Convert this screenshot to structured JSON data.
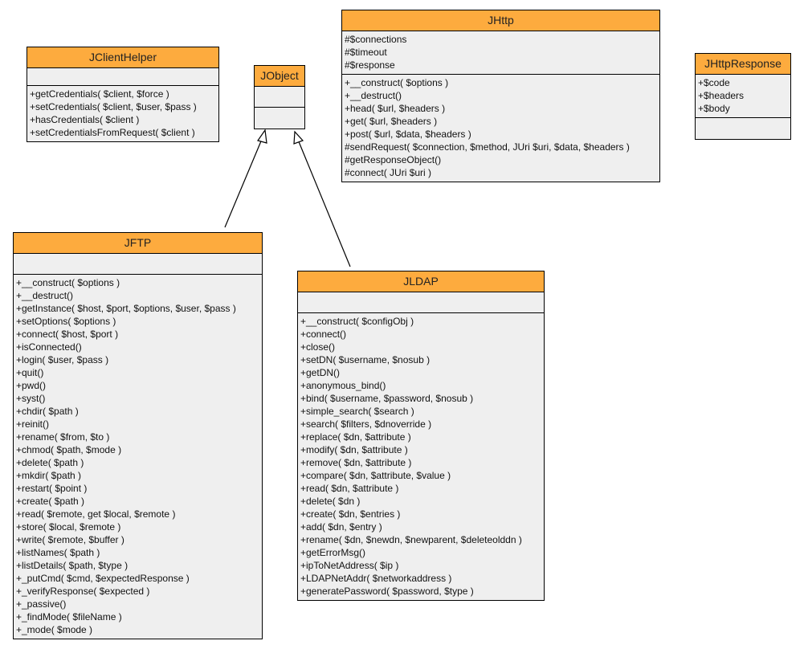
{
  "diagram": {
    "classes": {
      "jclienthelper": {
        "name": "JClientHelper",
        "attributes": [],
        "methods": [
          "+getCredentials( $client, $force )",
          "+setCredentials( $client, $user, $pass )",
          "+hasCredentials( $client )",
          "+setCredentialsFromRequest( $client )"
        ]
      },
      "jobject": {
        "name": "JObject",
        "attributes": [],
        "methods": []
      },
      "jhttp": {
        "name": "JHttp",
        "attributes": [
          "#$connections",
          "#$timeout",
          "#$response"
        ],
        "methods": [
          "+__construct( $options )",
          "+__destruct()",
          "+head( $url, $headers )",
          "+get( $url, $headers )",
          "+post( $url, $data, $headers )",
          "#sendRequest( $connection, $method, JUri $uri, $data, $headers )",
          "#getResponseObject()",
          "#connect( JUri $uri )"
        ]
      },
      "jhttpresponse": {
        "name": "JHttpResponse",
        "attributes": [
          "+$code",
          "+$headers",
          "+$body"
        ],
        "methods": []
      },
      "jftp": {
        "name": "JFTP",
        "attributes": [],
        "methods": [
          "+__construct( $options )",
          "+__destruct()",
          "+getInstance( $host, $port, $options, $user, $pass )",
          "+setOptions( $options )",
          "+connect( $host, $port )",
          "+isConnected()",
          "+login( $user, $pass )",
          "+quit()",
          "+pwd()",
          "+syst()",
          "+chdir( $path )",
          "+reinit()",
          "+rename( $from, $to )",
          "+chmod( $path, $mode )",
          "+delete( $path )",
          "+mkdir( $path )",
          "+restart( $point )",
          "+create( $path )",
          "+read( $remote, get $local, $remote )",
          "+store( $local, $remote )",
          "+write( $remote, $buffer )",
          "+listNames( $path )",
          "+listDetails( $path, $type )",
          "+_putCmd( $cmd, $expectedResponse )",
          "+_verifyResponse( $expected )",
          "+_passive()",
          "+_findMode( $fileName )",
          "+_mode( $mode )"
        ]
      },
      "jldap": {
        "name": "JLDAP",
        "attributes": [],
        "methods": [
          "+__construct( $configObj )",
          "+connect()",
          "+close()",
          "+setDN( $username, $nosub )",
          "+getDN()",
          "+anonymous_bind()",
          "+bind( $username, $password, $nosub )",
          "+simple_search( $search )",
          "+search( $filters, $dnoverride )",
          "+replace( $dn, $attribute )",
          "+modify( $dn, $attribute )",
          "+remove( $dn, $attribute )",
          "+compare( $dn, $attribute, $value )",
          "+read( $dn, $attribute )",
          "+delete( $dn )",
          "+create( $dn, $entries )",
          "+add( $dn, $entry )",
          "+rename( $dn, $newdn, $newparent, $deleteolddn )",
          "+getErrorMsg()",
          "+ipToNetAddress( $ip )",
          "+LDAPNetAddr( $networkaddress )",
          "+generatePassword( $password, $type )"
        ]
      }
    },
    "colors": {
      "header": "#fdab3e",
      "body": "#efefef",
      "border": "#000000"
    }
  }
}
